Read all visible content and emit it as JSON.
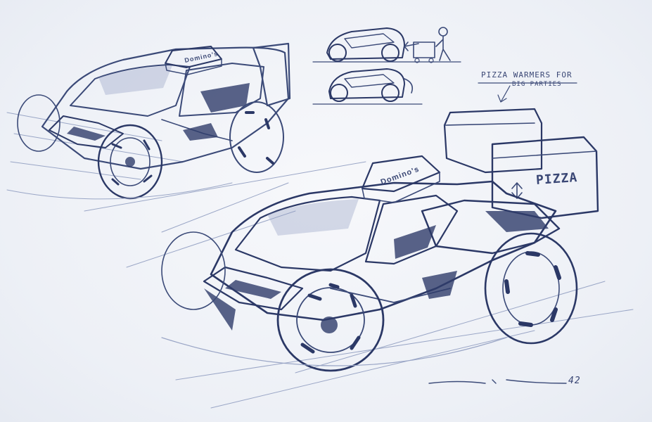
{
  "sketch": {
    "brand_label": "Domino's",
    "box_label": "PIZZA",
    "note_line1": "PIZZA WARMERS FOR",
    "note_line2": "BIG PARTIES",
    "signature": "42"
  },
  "colors": {
    "paper": "#eef1f6",
    "ink": "#3b4a78"
  }
}
